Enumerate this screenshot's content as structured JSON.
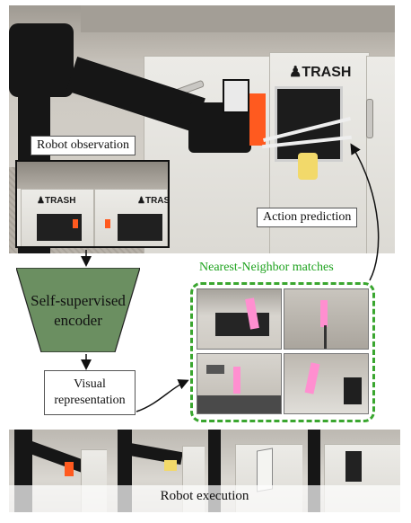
{
  "labels": {
    "robot_observation": "Robot observation",
    "action_prediction": "Action prediction",
    "encoder": "Self-supervised encoder",
    "encoder_line1": "Self-supervised",
    "encoder_line2": "encoder",
    "visual_line1": "Visual",
    "visual_line2": "representation",
    "nn_matches": "Nearest-Neighbor matches",
    "robot_execution": "Robot execution"
  },
  "photo_text": {
    "trash": "TRASH",
    "trash_inset_left": "TRASH",
    "trash_inset_right": "TRAS"
  },
  "colors": {
    "encoder_fill": "#6b8f61",
    "nn_green": "#3aa62f",
    "nn_title": "#1fa31f",
    "robot_orange": "#ff5a1f",
    "match_arrow_pink": "#ff8fd0"
  }
}
